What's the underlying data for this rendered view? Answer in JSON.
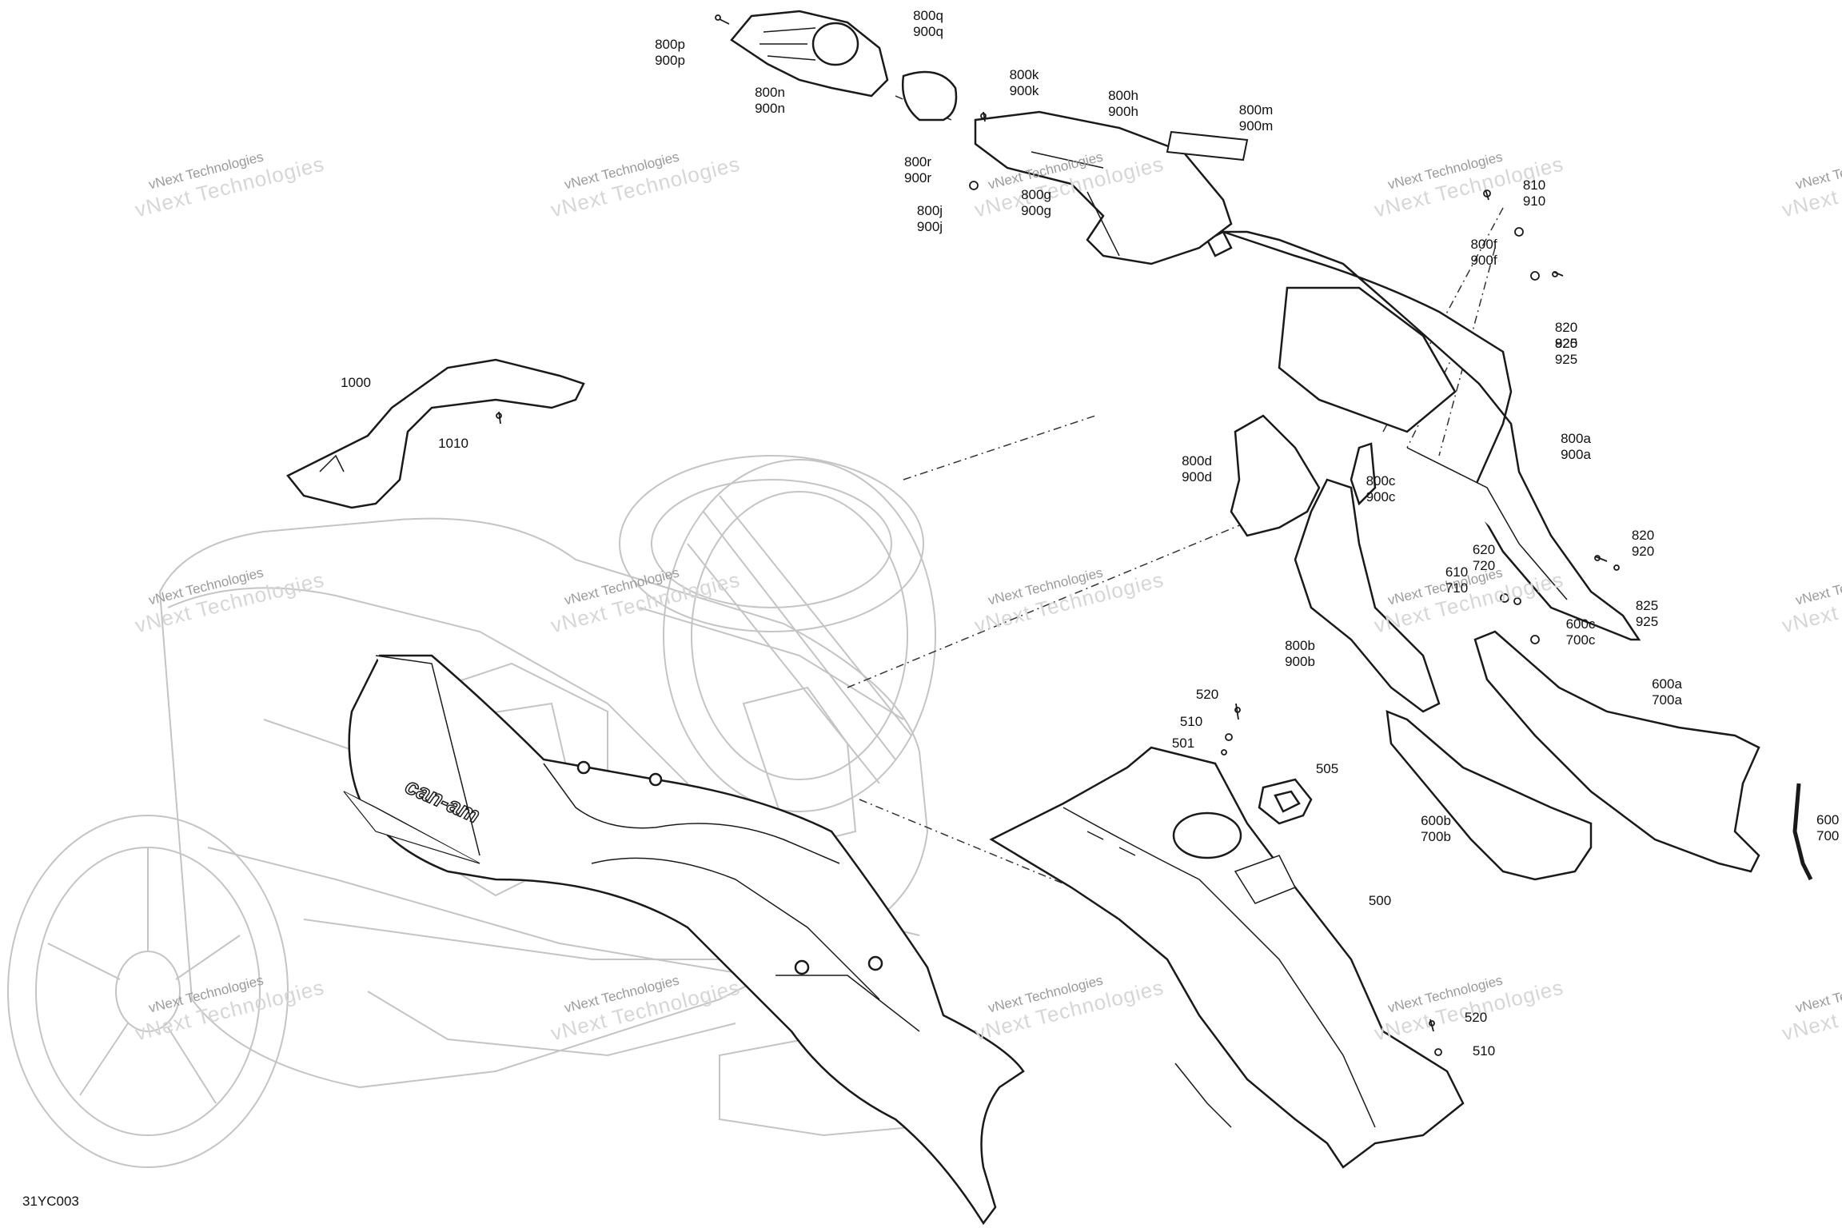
{
  "figure_code": "31YC003",
  "watermark": {
    "line1": "vNext Technologies",
    "line2": "vNext Technologies"
  },
  "logo_text": "can-am",
  "callouts": {
    "c800p": [
      "800p",
      "900p"
    ],
    "c800q": [
      "800q",
      "900q"
    ],
    "c800n": [
      "800n",
      "900n"
    ],
    "c800k": [
      "800k",
      "900k"
    ],
    "c800h": [
      "800h",
      "900h"
    ],
    "c800m": [
      "800m",
      "900m"
    ],
    "c800r": [
      "800r",
      "900r"
    ],
    "c800j": [
      "800j",
      "900j"
    ],
    "c800g": [
      "800g",
      "900g"
    ],
    "c810": [
      "810",
      "910"
    ],
    "c800f": [
      "800f",
      "900f"
    ],
    "c820a": [
      "820",
      "920"
    ],
    "c825a": [
      "825",
      "925"
    ],
    "c1000": [
      "1000"
    ],
    "c1010": [
      "1010"
    ],
    "c800d": [
      "800d",
      "900d"
    ],
    "c800c": [
      "800c",
      "900c"
    ],
    "c800a": [
      "800a",
      "900a"
    ],
    "c820b": [
      "820",
      "920"
    ],
    "c620": [
      "620",
      "720"
    ],
    "c610": [
      "610",
      "710"
    ],
    "c825b": [
      "825",
      "925"
    ],
    "c600c": [
      "600c",
      "700c"
    ],
    "c800b": [
      "800b",
      "900b"
    ],
    "c600a": [
      "600a",
      "700a"
    ],
    "c520a": [
      "520"
    ],
    "c510a": [
      "510"
    ],
    "c501": [
      "501"
    ],
    "c505": [
      "505"
    ],
    "c600b": [
      "600b",
      "700b"
    ],
    "c600edge": [
      "600",
      "700"
    ],
    "c500": [
      "500"
    ],
    "c520b": [
      "520"
    ],
    "c510b": [
      "510"
    ]
  }
}
